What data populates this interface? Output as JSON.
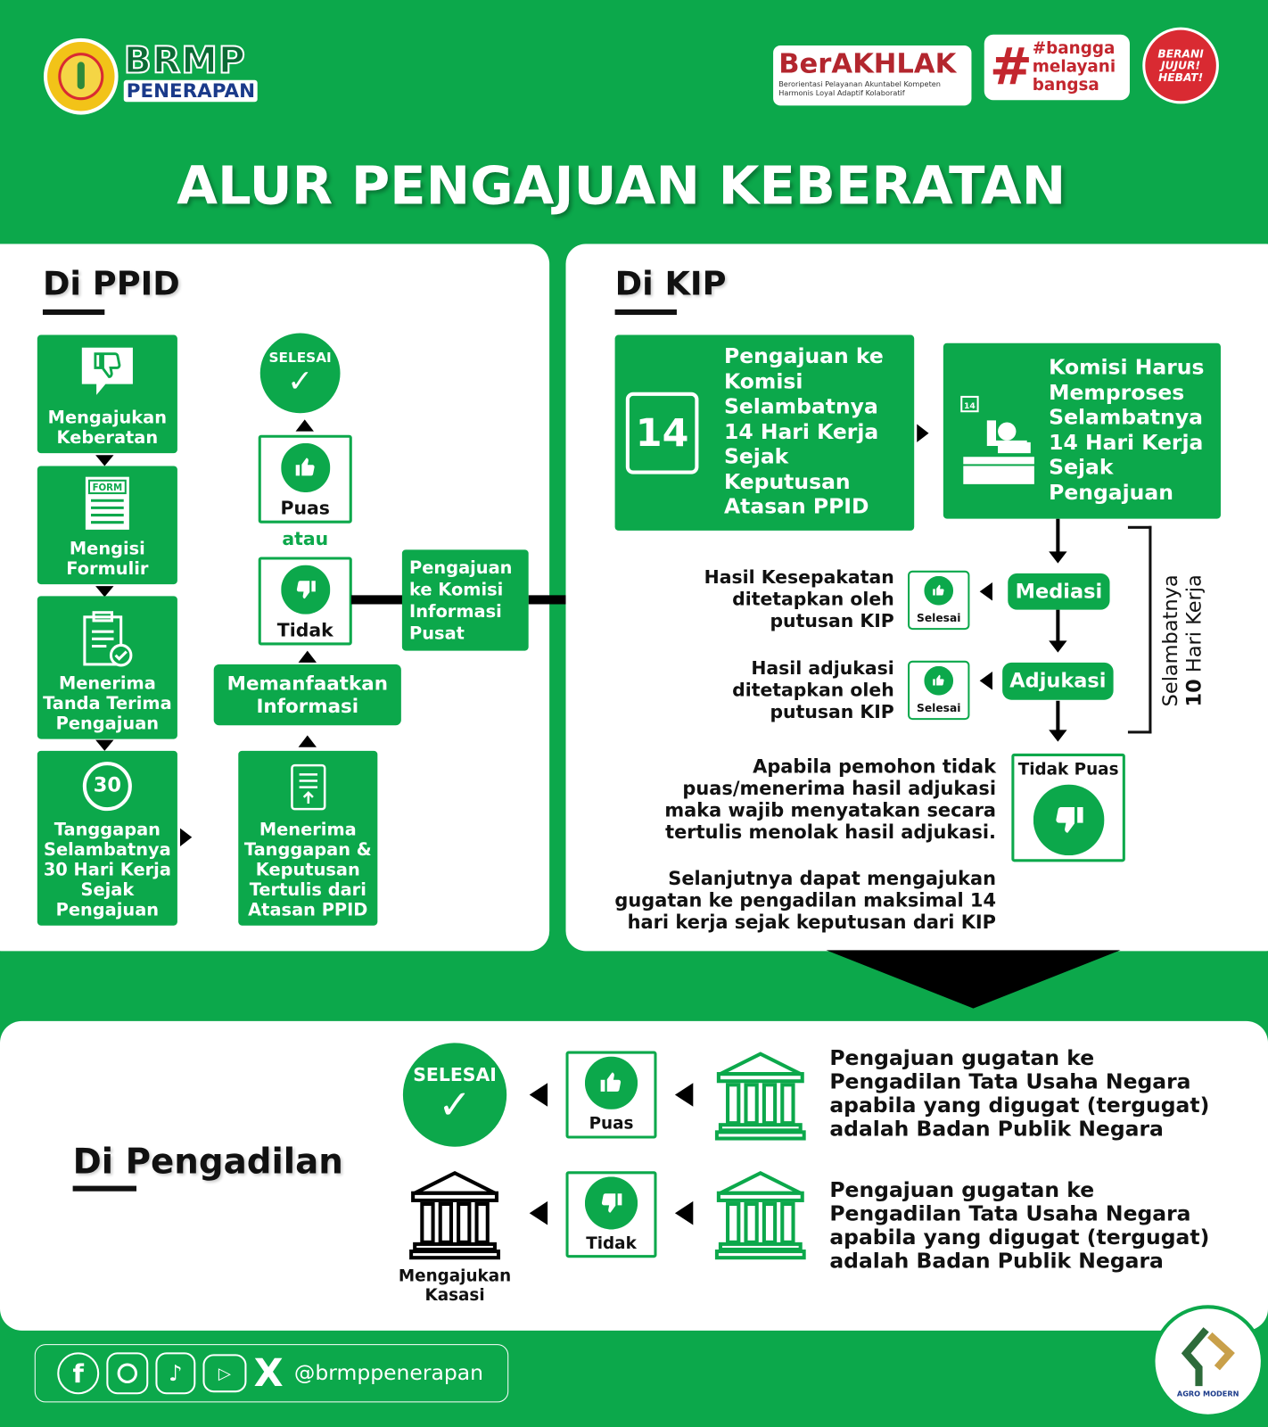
{
  "brand": {
    "logo_text": "BRMP",
    "logo_sub": "PENERAPAN",
    "berakhlak": "BerAKHLAK",
    "berakhlak_sub": "Berorientasi Pelayanan Akuntabel Kompeten Harmonis Loyal Adaptif Kolaboratif",
    "bangga": "#bangga melayani bangsa",
    "berani": "BERANI JUJUR! HEBAT!"
  },
  "title": "ALUR PENGAJUAN KEBERATAN",
  "colors": {
    "green": "#0ca84b",
    "dark": "#111111",
    "white": "#ffffff",
    "red": "#d92a32"
  },
  "ppid": {
    "heading": "Di PPID",
    "steps": [
      {
        "label": "Mengajukan Keberatan",
        "icon": "thumbs-down-chat-icon"
      },
      {
        "label": "Mengisi Formulir",
        "icon": "form-icon"
      },
      {
        "label": "Menerima Tanda Terima Pengajuan",
        "icon": "clipboard-check-icon"
      },
      {
        "label": "Tanggapan Selambatnya 30 Hari Kerja Sejak Pengajuan",
        "icon": "cycle-30-icon",
        "icon_text": "30"
      }
    ],
    "selesai": "SELESAI",
    "puas": "Puas",
    "atau": "atau",
    "tidak": "Tidak",
    "memanfaatkan": "Memanfaatkan Informasi",
    "menerima": "Menerima Tanggapan & Keputusan Tertulis dari Atasan PPID",
    "komisi_pusat": "Pengajuan ke Komisi Informasi Pusat"
  },
  "kip": {
    "heading": "Di KIP",
    "box_a": "Pengajuan ke Komisi Selambatnya 14 Hari Kerja Sejak Keputusan Atasan PPID",
    "box_a_icon_text": "14",
    "box_b": "Komisi Harus Memproses Selambatnya 14 Hari Kerja Sejak Pengajuan",
    "box_b_icon_text": "14",
    "mediasi": "Mediasi",
    "adjukasi": "Adjukasi",
    "selesai": "Selesai",
    "hasil_kesepakatan": "Hasil Kesepakatan ditetapkan oleh putusan KIP",
    "hasil_adjukasi": "Hasil adjukasi ditetapkan oleh putusan KIP",
    "bracket_label_1": "Selambatnya",
    "bracket_label_2_bold": "10",
    "bracket_label_2": " Hari Kerja",
    "tidak_puas": "Tidak Puas",
    "apabila": "Apabila pemohon tidak puas/menerima hasil adjukasi maka wajib menyatakan secara tertulis menolak hasil adjukasi.",
    "selanjutnya": "Selanjutnya dapat mengajukan gugatan ke pengadilan maksimal 14 hari kerja sejak keputusan dari KIP"
  },
  "pengadilan": {
    "heading": "Di Pengadilan",
    "selesai": "SELESAI",
    "puas": "Puas",
    "tidak": "Tidak",
    "kasasi": "Mengajukan Kasasi",
    "gugatan_1": "Pengajuan gugatan ke Pengadilan Tata Usaha Negara apabila yang digugat (tergugat) adalah Badan Publik Negara",
    "gugatan_2": "Pengajuan gugatan ke Pengadilan Tata Usaha Negara apabila yang digugat (tergugat) adalah Badan Publik Negara"
  },
  "footer": {
    "social": [
      "facebook-icon",
      "instagram-icon",
      "tiktok-icon",
      "youtube-icon",
      "x-icon"
    ],
    "handle": "@brmppenerapan",
    "agro": "AGRO MODERN"
  }
}
